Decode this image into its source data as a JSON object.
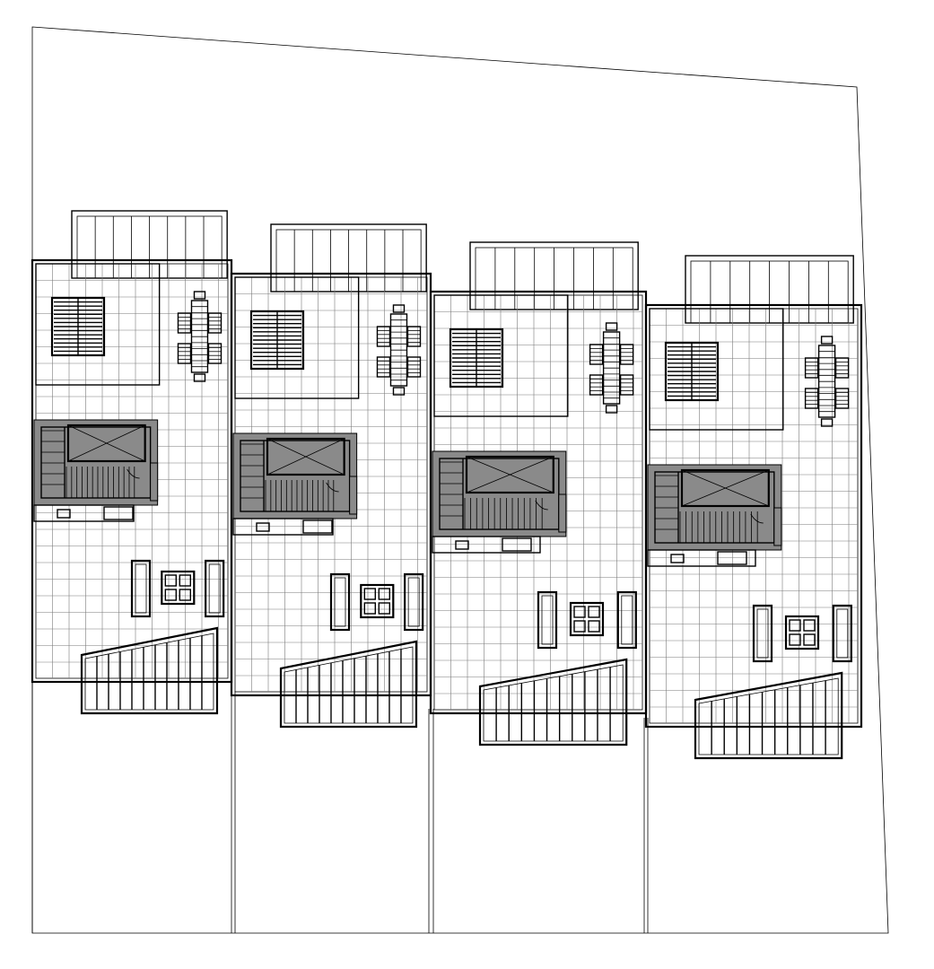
{
  "drawing": {
    "kind": "architectural-floor-plan",
    "view": "roof-terrace-level",
    "unit_count": 4,
    "colors": {
      "line": "#000000",
      "wall_fill": "#8a8a8a",
      "tile_line": "#7a7a7a",
      "gravel_base": "#e6e6e6",
      "background": "#ffffff"
    },
    "units": [
      {
        "id": "unit-1"
      },
      {
        "id": "unit-2"
      },
      {
        "id": "unit-3"
      },
      {
        "id": "unit-4"
      }
    ],
    "icons": [
      "skylight-icon",
      "dining-set-icon",
      "sofa-icon",
      "coffee-table-icon",
      "stair-icon",
      "pergola-icon",
      "tank-icon"
    ]
  }
}
